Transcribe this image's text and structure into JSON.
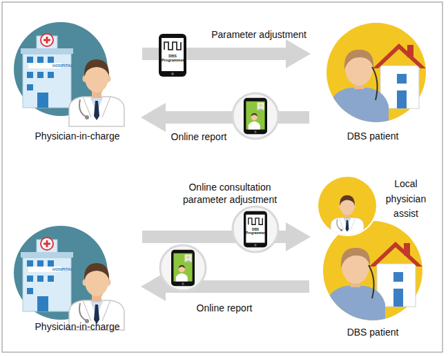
{
  "diagram": {
    "nodes": [
      {
        "text": [
          "Physician-in-charge"
        ]
      },
      {
        "text": [
          "DBS patient"
        ]
      },
      {
        "text": [
          "Local physician assist"
        ]
      },
      {
        "text": [
          "Physician-in-charge"
        ]
      },
      {
        "text": [
          "DBS patient"
        ]
      }
    ],
    "edges": [
      {
        "from": 0,
        "to": 1,
        "arrow": "to",
        "label": "Parameter adjustment"
      },
      {
        "from": 1,
        "to": 0,
        "arrow": "to",
        "label": "Online report"
      },
      {
        "from": 3,
        "to": 4,
        "arrow": "to",
        "label": "Online consultation parameter adjustment"
      },
      {
        "from": 4,
        "to": 3,
        "arrow": "to",
        "label": "Online report"
      }
    ],
    "labels": [
      "HOSPITAL",
      "DBS Programmer",
      "HOSPITAL",
      "DBS Programmer"
    ]
  }
}
